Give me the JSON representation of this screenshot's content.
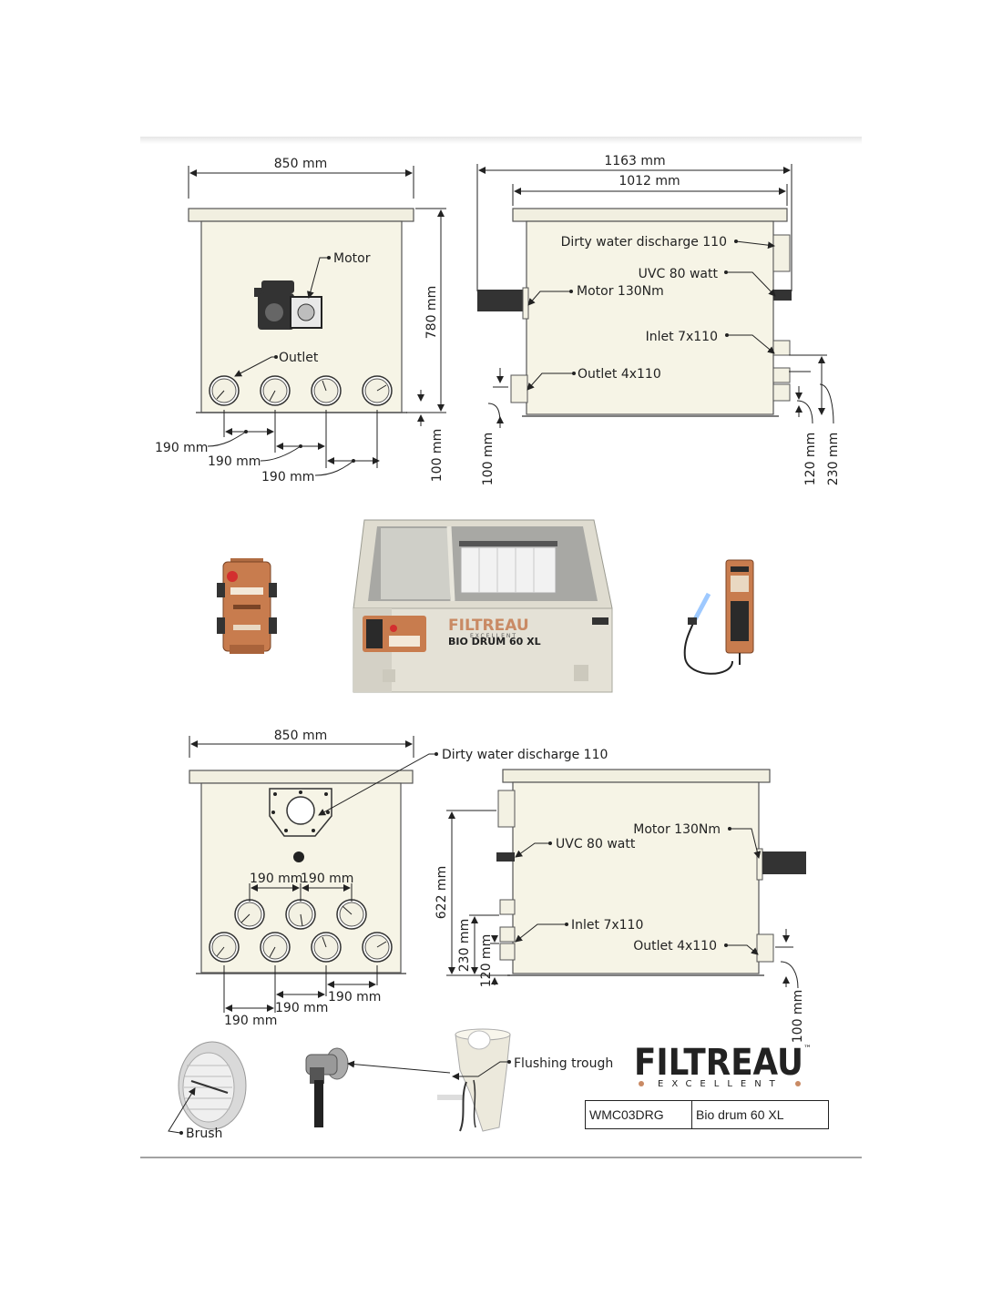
{
  "colors": {
    "brand": "#8c5a44",
    "brand_accent": "#c98a64",
    "tank_body": "#f6f4e6",
    "control_box": "#c87c4e"
  },
  "drawing_top_front": {
    "width": "850 mm",
    "height": "780 mm",
    "motor": "Motor",
    "outlet": "Outlet",
    "spacing_1": "190 mm",
    "spacing_2": "190 mm",
    "spacing_3": "190 mm",
    "bottom_offset": "100 mm"
  },
  "drawing_top_side": {
    "overall_length": "1163 mm",
    "body_length": "1012 mm",
    "dirty_water": "Dirty water discharge 110",
    "uvc": "UVC 80 watt",
    "motor": "Motor 130Nm",
    "inlet": "Inlet 7x110",
    "outlet": "Outlet 4x110",
    "outlet_height": "100 mm",
    "inlet_low": "120 mm",
    "inlet_high": "230 mm"
  },
  "product_photo": {
    "brand": "FILTREAU",
    "sub": "EXCELLENT",
    "model": "BIO DRUM 60 XL"
  },
  "drawing_bottom_front": {
    "width": "850 mm",
    "dirty_water": "Dirty water discharge 110",
    "spacing_top_1": "190 mm",
    "spacing_top_2": "190 mm",
    "spacing_b1": "190 mm",
    "spacing_b2": "190 mm",
    "spacing_b3": "190 mm"
  },
  "drawing_bottom_side": {
    "motor": "Motor 130Nm",
    "uvc": "UVC 80 watt",
    "inlet": "Inlet 7x110",
    "outlet": "Outlet 4x110",
    "height_622": "622 mm",
    "height_230": "230 mm",
    "height_120": "120 mm",
    "outlet_height": "100 mm"
  },
  "parts": {
    "brush": "Brush",
    "flushing_trough": "Flushing trough"
  },
  "brand_logo": {
    "name": "FILTREAU",
    "tm": "™",
    "tagline": "EXCELLENT"
  },
  "part_table": {
    "code": "WMC03DRG",
    "name": "Bio drum 60 XL"
  }
}
